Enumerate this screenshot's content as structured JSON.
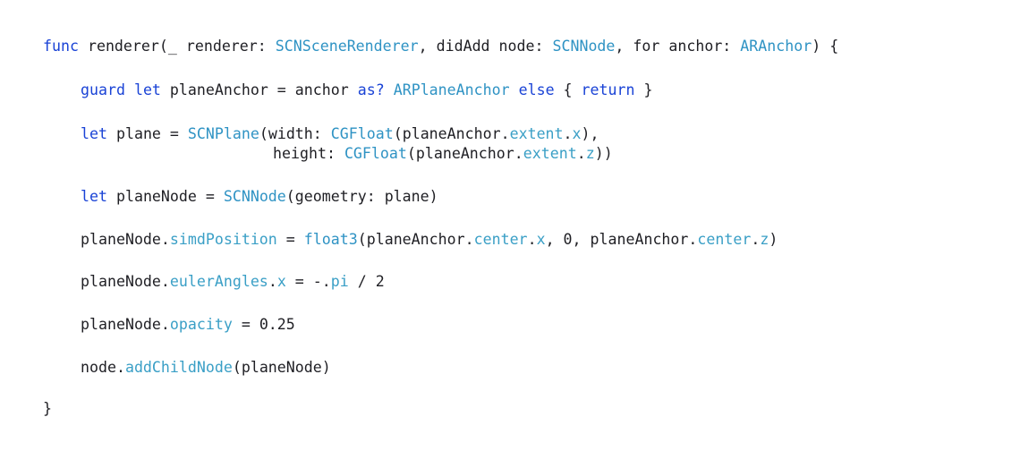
{
  "editor": {
    "language": "Swift",
    "colors": {
      "background": "#ffffff",
      "plain": "#1f1f24",
      "keyword": "#1a43d6",
      "type": "#2f93c4",
      "member": "#3a9fc6"
    },
    "lines": [
      {
        "tokens": [
          {
            "t": "func",
            "k": "kw"
          },
          {
            "t": " renderer(_ renderer: ",
            "k": "plain"
          },
          {
            "t": "SCNSceneRenderer",
            "k": "type"
          },
          {
            "t": ", didAdd node: ",
            "k": "plain"
          },
          {
            "t": "SCNNode",
            "k": "type"
          },
          {
            "t": ", for anchor: ",
            "k": "plain"
          },
          {
            "t": "ARAnchor",
            "k": "type"
          },
          {
            "t": ") {",
            "k": "plain"
          }
        ]
      },
      {
        "tokens": [
          {
            "t": "guard",
            "k": "kw"
          },
          {
            "t": " ",
            "k": "plain"
          },
          {
            "t": "let",
            "k": "kw"
          },
          {
            "t": " planeAnchor = anchor ",
            "k": "plain"
          },
          {
            "t": "as?",
            "k": "kw"
          },
          {
            "t": " ",
            "k": "plain"
          },
          {
            "t": "ARPlaneAnchor",
            "k": "type"
          },
          {
            "t": " ",
            "k": "plain"
          },
          {
            "t": "else",
            "k": "kw"
          },
          {
            "t": " { ",
            "k": "plain"
          },
          {
            "t": "return",
            "k": "kw"
          },
          {
            "t": " }",
            "k": "plain"
          }
        ]
      },
      {
        "tokens": [
          {
            "t": "let",
            "k": "kw"
          },
          {
            "t": " plane = ",
            "k": "plain"
          },
          {
            "t": "SCNPlane",
            "k": "type"
          },
          {
            "t": "(width: ",
            "k": "plain"
          },
          {
            "t": "CGFloat",
            "k": "type"
          },
          {
            "t": "(planeAnchor.",
            "k": "plain"
          },
          {
            "t": "extent",
            "k": "member"
          },
          {
            "t": ".",
            "k": "plain"
          },
          {
            "t": "x",
            "k": "member"
          },
          {
            "t": "),",
            "k": "plain"
          }
        ]
      },
      {
        "tokens": [
          {
            "t": "height: ",
            "k": "plain"
          },
          {
            "t": "CGFloat",
            "k": "type"
          },
          {
            "t": "(planeAnchor.",
            "k": "plain"
          },
          {
            "t": "extent",
            "k": "member"
          },
          {
            "t": ".",
            "k": "plain"
          },
          {
            "t": "z",
            "k": "member"
          },
          {
            "t": "))",
            "k": "plain"
          }
        ]
      },
      {
        "tokens": [
          {
            "t": "let",
            "k": "kw"
          },
          {
            "t": " planeNode = ",
            "k": "plain"
          },
          {
            "t": "SCNNode",
            "k": "type"
          },
          {
            "t": "(geometry: plane)",
            "k": "plain"
          }
        ]
      },
      {
        "tokens": [
          {
            "t": "planeNode.",
            "k": "plain"
          },
          {
            "t": "simdPosition",
            "k": "member"
          },
          {
            "t": " = ",
            "k": "plain"
          },
          {
            "t": "float3",
            "k": "type"
          },
          {
            "t": "(planeAnchor.",
            "k": "plain"
          },
          {
            "t": "center",
            "k": "member"
          },
          {
            "t": ".",
            "k": "plain"
          },
          {
            "t": "x",
            "k": "member"
          },
          {
            "t": ", 0, planeAnchor.",
            "k": "plain"
          },
          {
            "t": "center",
            "k": "member"
          },
          {
            "t": ".",
            "k": "plain"
          },
          {
            "t": "z",
            "k": "member"
          },
          {
            "t": ")",
            "k": "plain"
          }
        ]
      },
      {
        "tokens": [
          {
            "t": "planeNode.",
            "k": "plain"
          },
          {
            "t": "eulerAngles",
            "k": "member"
          },
          {
            "t": ".",
            "k": "plain"
          },
          {
            "t": "x",
            "k": "member"
          },
          {
            "t": " = -.",
            "k": "plain"
          },
          {
            "t": "pi",
            "k": "member"
          },
          {
            "t": " / 2",
            "k": "plain"
          }
        ]
      },
      {
        "tokens": [
          {
            "t": "planeNode.",
            "k": "plain"
          },
          {
            "t": "opacity",
            "k": "member"
          },
          {
            "t": " = 0.25",
            "k": "plain"
          }
        ]
      },
      {
        "tokens": [
          {
            "t": "node.",
            "k": "plain"
          },
          {
            "t": "addChildNode",
            "k": "member"
          },
          {
            "t": "(planeNode)",
            "k": "plain"
          }
        ]
      },
      {
        "tokens": [
          {
            "t": "}",
            "k": "plain"
          }
        ]
      }
    ]
  }
}
